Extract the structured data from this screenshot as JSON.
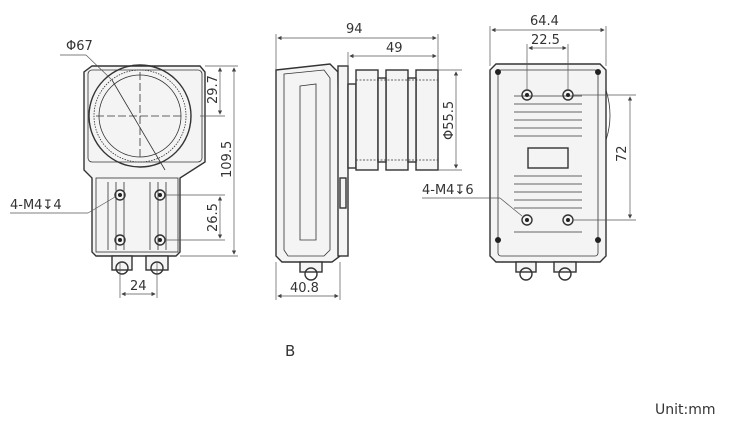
{
  "view_front": {
    "diameter": "Φ67",
    "height_top": "29.7",
    "height_total": "109.5",
    "height_lower": "26.5",
    "width_bottom": "24",
    "thread": "4-M4↧4"
  },
  "view_side": {
    "length_total": "94",
    "length_lens": "49",
    "lens_diameter": "Φ55.5",
    "depth": "40.8"
  },
  "view_back": {
    "width_total": "64.4",
    "width_holes": "22.5",
    "height_holes": "72",
    "thread": "4-M4↧6"
  },
  "caption": "B",
  "unit": "Unit:mm"
}
